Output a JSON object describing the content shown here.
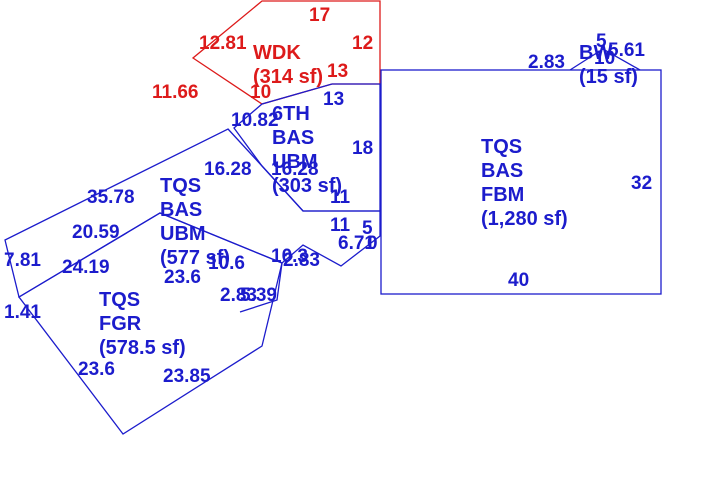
{
  "colors": {
    "blue": "#1c1ccc",
    "red": "#dd1a1a",
    "background": "#ffffff"
  },
  "areas": [
    {
      "id": "wdk",
      "color": "red",
      "lines": [
        "WDK",
        "(314 sf)"
      ]
    },
    {
      "id": "6th-bas-ubm",
      "color": "blue",
      "lines": [
        "6TH",
        "BAS",
        "UBM",
        "(303 sf)"
      ]
    },
    {
      "id": "tqs-bas-fbm",
      "color": "blue",
      "lines": [
        "TQS",
        "BAS",
        "FBM",
        "(1,280 sf)"
      ]
    },
    {
      "id": "tqs-bas-ubm",
      "color": "blue",
      "lines": [
        "TQS",
        "BAS",
        "UBM",
        "(577 sf)"
      ]
    },
    {
      "id": "tqs-fgr",
      "color": "blue",
      "lines": [
        "TQS",
        "FGR",
        "(578.5 sf)"
      ]
    },
    {
      "id": "bw",
      "color": "blue",
      "lines": [
        "BW",
        "(15 sf)"
      ]
    }
  ],
  "dimensions": [
    {
      "id": "d1",
      "text": "17",
      "color": "red"
    },
    {
      "id": "d2",
      "text": "12.81",
      "color": "red"
    },
    {
      "id": "d3",
      "text": "12",
      "color": "red"
    },
    {
      "id": "d4",
      "text": "13",
      "color": "red"
    },
    {
      "id": "d5",
      "text": "11.66",
      "color": "red"
    },
    {
      "id": "d6",
      "text": "10",
      "color": "red"
    },
    {
      "id": "d7",
      "text": "13",
      "color": "blue"
    },
    {
      "id": "d8",
      "text": "10.82",
      "color": "blue"
    },
    {
      "id": "d9",
      "text": "18",
      "color": "blue"
    },
    {
      "id": "d10",
      "text": "16.28",
      "color": "blue"
    },
    {
      "id": "d11",
      "text": "16.28",
      "color": "blue"
    },
    {
      "id": "d12",
      "text": "11",
      "color": "blue"
    },
    {
      "id": "d13",
      "text": "11",
      "color": "blue"
    },
    {
      "id": "d14",
      "text": "5",
      "color": "blue"
    },
    {
      "id": "d15",
      "text": "6.71",
      "color": "blue"
    },
    {
      "id": "d16",
      "text": "0",
      "color": "blue"
    },
    {
      "id": "d17",
      "text": "35.78",
      "color": "blue"
    },
    {
      "id": "d18",
      "text": "20.59",
      "color": "blue"
    },
    {
      "id": "d19",
      "text": "7.81",
      "color": "blue"
    },
    {
      "id": "d20",
      "text": "24.19",
      "color": "blue"
    },
    {
      "id": "d21",
      "text": "23.6",
      "color": "blue"
    },
    {
      "id": "d22",
      "text": "10.6",
      "color": "blue"
    },
    {
      "id": "d23",
      "text": "10.3",
      "color": "blue"
    },
    {
      "id": "d24",
      "text": "2.83",
      "color": "blue"
    },
    {
      "id": "d25",
      "text": "2.83",
      "color": "blue"
    },
    {
      "id": "d26",
      "text": "5.39",
      "color": "blue"
    },
    {
      "id": "d27",
      "text": "1.41",
      "color": "blue"
    },
    {
      "id": "d28",
      "text": "23.6",
      "color": "blue"
    },
    {
      "id": "d29",
      "text": "23.85",
      "color": "blue"
    },
    {
      "id": "d30",
      "text": "32",
      "color": "blue"
    },
    {
      "id": "d31",
      "text": "40",
      "color": "blue"
    },
    {
      "id": "d32",
      "text": "2.83",
      "color": "blue"
    },
    {
      "id": "d33",
      "text": "5",
      "color": "blue"
    },
    {
      "id": "d34",
      "text": "10",
      "color": "blue"
    },
    {
      "id": "d35",
      "text": "5.61",
      "color": "blue"
    }
  ]
}
